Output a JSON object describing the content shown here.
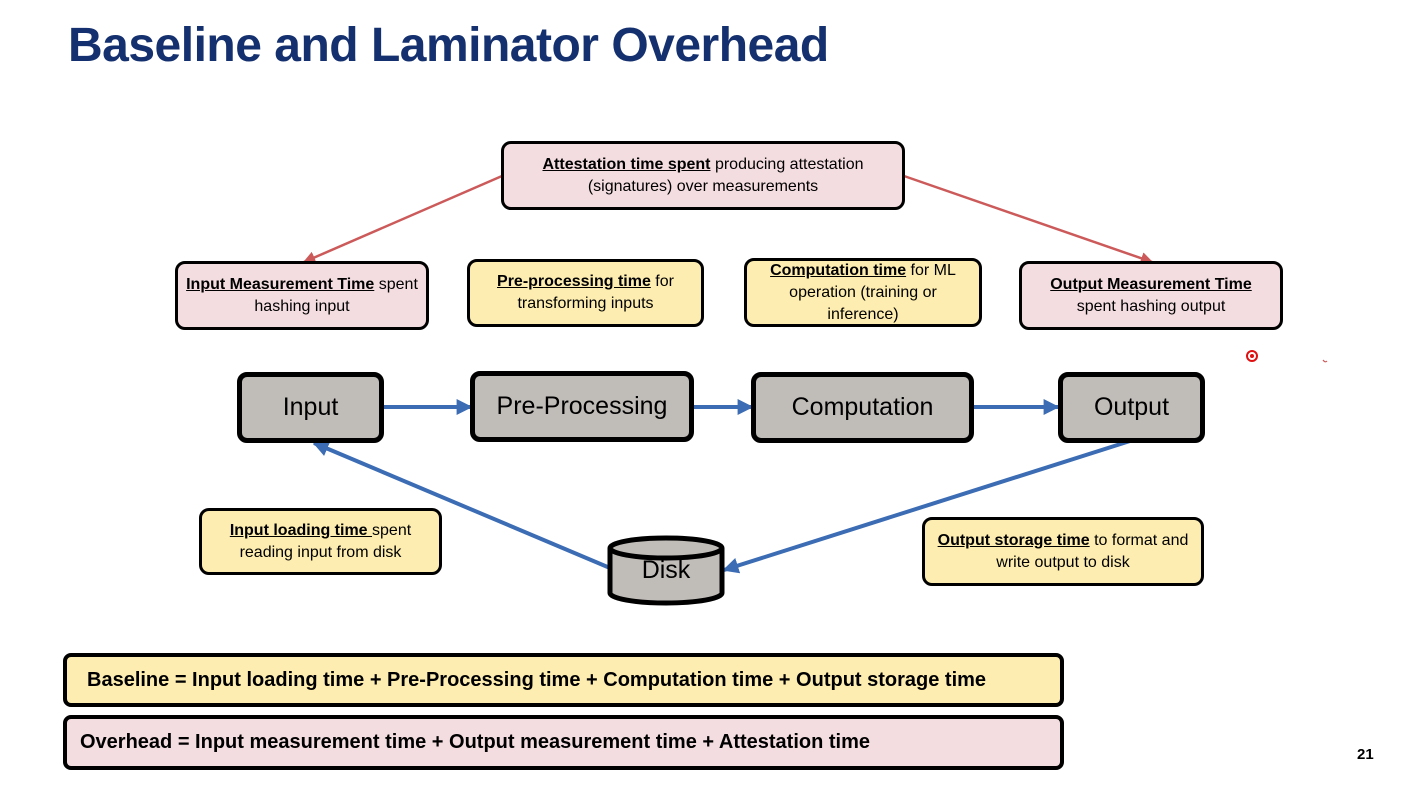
{
  "title": "Baseline and Laminator Overhead",
  "page_number": "21",
  "annotations": {
    "attestation": {
      "lead": "Attestation time spent",
      "rest": " producing attestation (signatures) over measurements"
    },
    "input_measurement": {
      "lead": "Input Measurement Time",
      "rest": " spent hashing input"
    },
    "preprocessing": {
      "lead": "Pre-processing time",
      "rest": " for transforming inputs"
    },
    "computation": {
      "lead": "Computation time",
      "rest": " for ML operation (training or inference)"
    },
    "output_measurement": {
      "lead": "Output Measurement Time",
      "rest": " spent hashing output"
    },
    "input_loading": {
      "lead": "Input loading time ",
      "rest": "spent reading input from disk"
    },
    "output_storage": {
      "lead": "Output storage time",
      "rest": " to format and write output to disk"
    }
  },
  "nodes": {
    "input": "Input",
    "preprocessing": "Pre-Processing",
    "computation": "Computation",
    "output": "Output",
    "disk": "Disk"
  },
  "formulas": {
    "baseline": "Baseline = Input loading time + Pre-Processing time + Computation time + Output storage time",
    "overhead": "Overhead = Input measurement time + Output measurement time + Attestation time"
  },
  "colors": {
    "title": "#14306e",
    "pink_box": "#f4dde1",
    "yellow_box": "#fdedb0",
    "node_fill": "#c0bcb8",
    "flow_arrow": "#3b6cb4",
    "attestation_arrow": "#cc5a5a"
  }
}
